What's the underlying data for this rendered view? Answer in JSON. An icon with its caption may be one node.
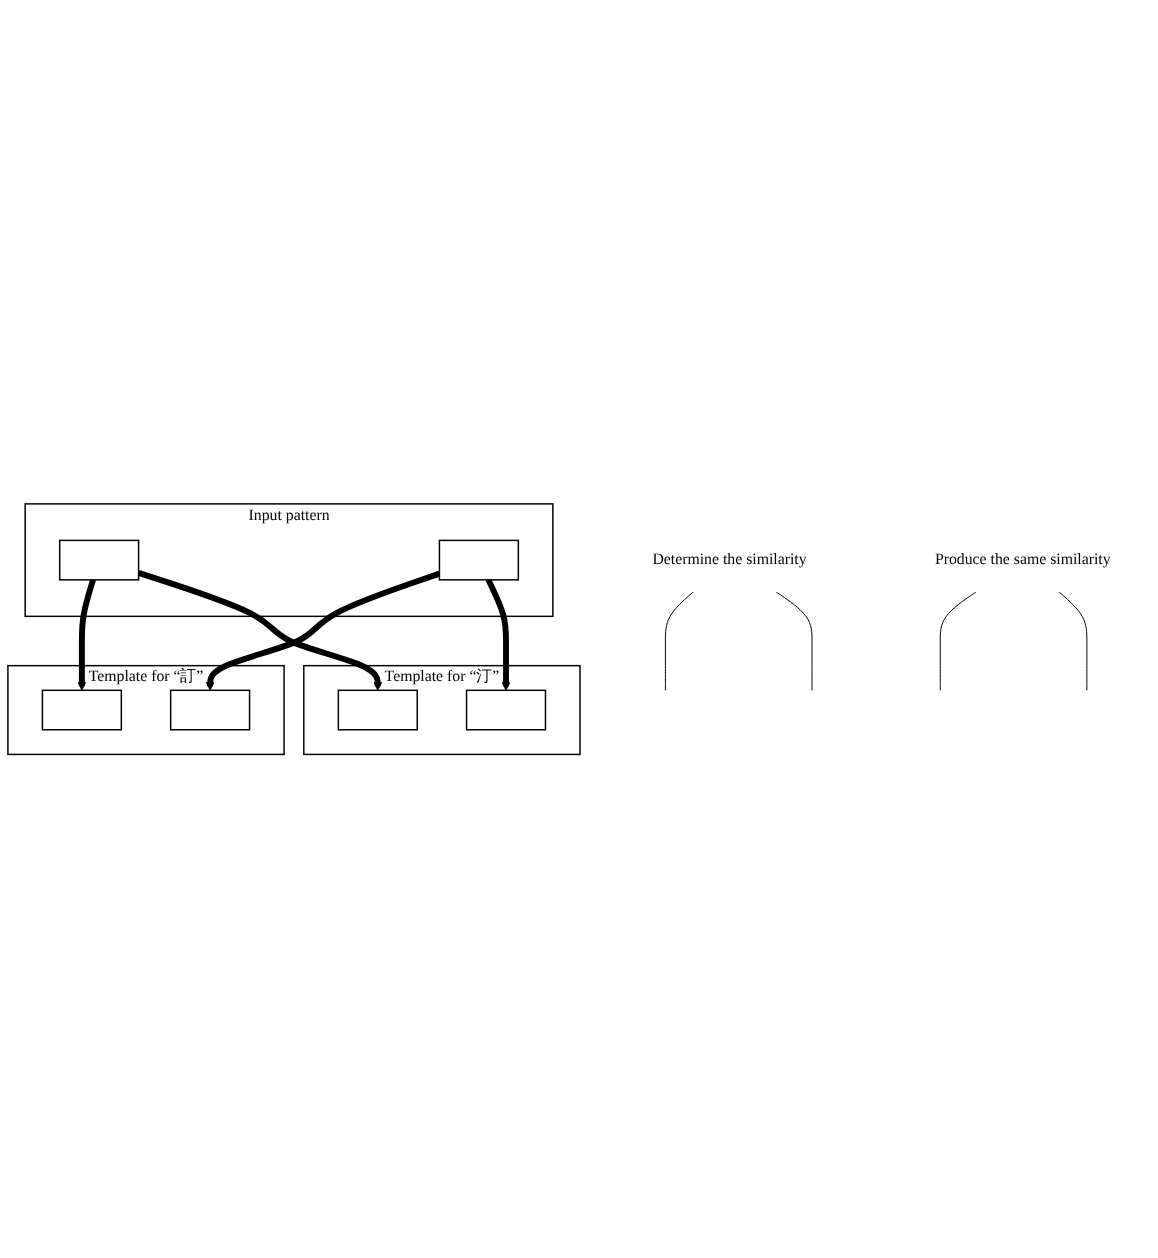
{
  "diagram": {
    "nodes": [
      {
        "text": [
          "Template for “訂”"
        ]
      },
      {
        "text": [],
        "shape": "box",
        "in": 0
      },
      {
        "text": [],
        "shape": "box",
        "in": 0
      },
      {
        "text": [
          "Input pattern"
        ]
      },
      {
        "text": [],
        "shape": "box",
        "in": 3
      },
      {
        "text": [],
        "shape": "box",
        "in": 3
      },
      {
        "text": [
          "Template for “汀”"
        ]
      },
      {
        "text": [],
        "shape": "box",
        "in": 6
      },
      {
        "text": [],
        "shape": "box",
        "in": 6
      },
      {
        "text": [
          "Determine the similarity"
        ]
      },
      {
        "text": [
          "Produce the same similarity"
        ]
      }
    ],
    "edges": [
      {
        "from": 4,
        "to": 1,
        "arrow": "to",
        "style": "thick"
      },
      {
        "from": 5,
        "to": 2,
        "arrow": "to",
        "style": "thick"
      },
      {
        "from": 4,
        "to": 7,
        "arrow": "to",
        "style": "thick"
      },
      {
        "from": 5,
        "to": 8,
        "arrow": "to",
        "style": "thick"
      },
      {
        "from": 9,
        "to": null,
        "arrow": "none"
      },
      {
        "from": 9,
        "to": null,
        "arrow": "none"
      },
      {
        "from": 10,
        "to": null,
        "arrow": "none"
      },
      {
        "from": 10,
        "to": null,
        "arrow": "none"
      }
    ]
  }
}
